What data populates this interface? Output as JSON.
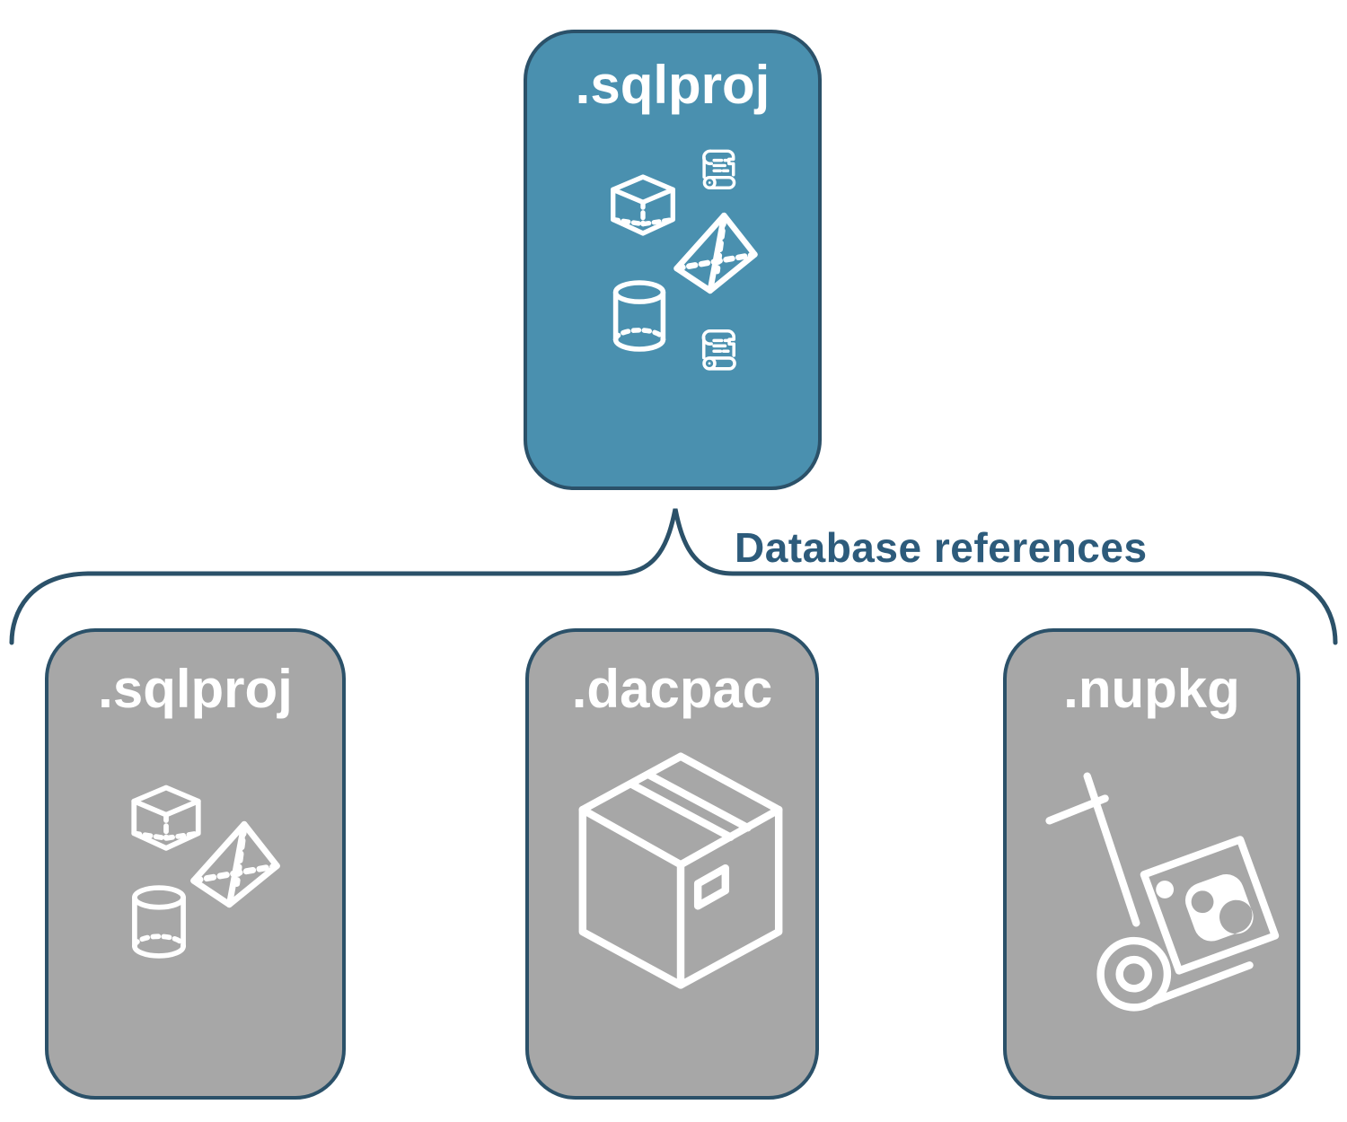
{
  "diagram": {
    "root": {
      "label": ".sqlproj",
      "icons": [
        "scroll-icon",
        "cube-icon",
        "pyramid-icon",
        "cylinder-icon",
        "scroll-icon"
      ]
    },
    "connector": {
      "label": "Database references"
    },
    "children": [
      {
        "label": ".sqlproj",
        "icons": [
          "cube-icon",
          "pyramid-icon",
          "cylinder-icon"
        ]
      },
      {
        "label": ".dacpac",
        "icons": [
          "package-box-icon"
        ]
      },
      {
        "label": ".nupkg",
        "icons": [
          "hand-truck-nuget-package-icon"
        ]
      }
    ]
  },
  "colors": {
    "accent": "#4A90AF",
    "muted": "#A7A7A7",
    "line": "#2B5169",
    "text": "#2D5B7B",
    "icon": "#FFFFFF"
  }
}
